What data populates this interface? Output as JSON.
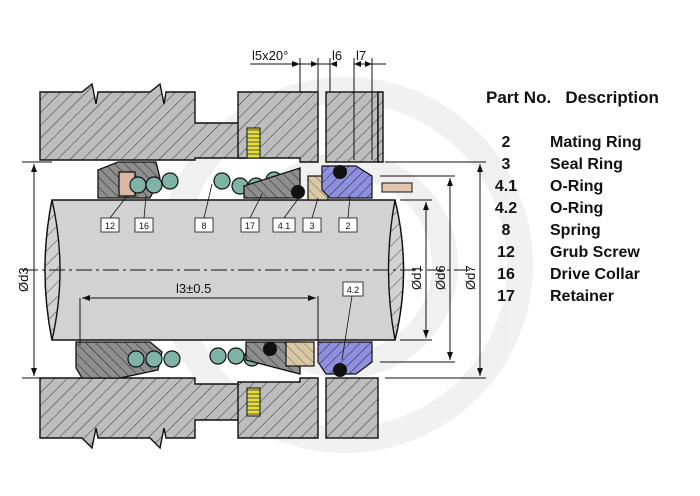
{
  "legend": {
    "header_part": "Part No.",
    "header_desc": "Description",
    "rows": [
      {
        "num": "2",
        "desc": "Mating Ring"
      },
      {
        "num": "3",
        "desc": "Seal Ring"
      },
      {
        "num": "4.1",
        "desc": "O-Ring"
      },
      {
        "num": "4.2",
        "desc": "O-Ring"
      },
      {
        "num": "8",
        "desc": "Spring"
      },
      {
        "num": "12",
        "desc": "Grub Screw"
      },
      {
        "num": "16",
        "desc": "Drive Collar"
      },
      {
        "num": "17",
        "desc": "Retainer"
      }
    ]
  },
  "dims": {
    "l5": "l5x20°",
    "l6": "l6",
    "l7": "l7",
    "l3": "l3±0.5",
    "d3": "Ød3",
    "d1": "Ød1",
    "d6": "Ød6",
    "d7": "Ød7"
  },
  "tags": {
    "t12": "12",
    "t16": "16",
    "t8": "8",
    "t17": "17",
    "t41": "4.1",
    "t3": "3",
    "t2": "2",
    "t42": "4.2"
  },
  "colors": {
    "housing": "#bdbdbd",
    "shaft": "#d2d2d2",
    "collar": "#8e8e8e",
    "spring": "#7fb3a6",
    "seal_ring": "#d9c8a6",
    "mating_ring": "#8f8fe0",
    "screw": "#e6d08a",
    "insert": "#e6dc3c",
    "oring": "#111111"
  }
}
